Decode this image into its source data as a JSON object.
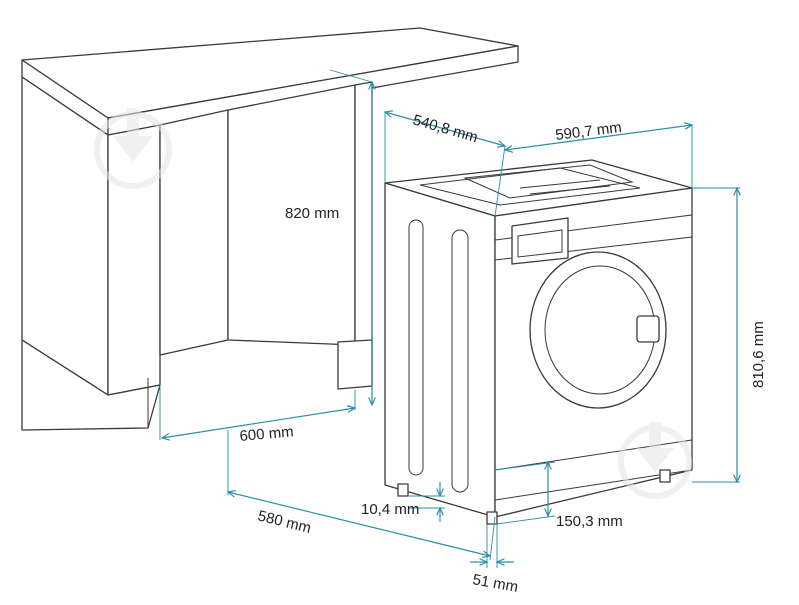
{
  "diagram": {
    "dimensions": {
      "cabinet_depth_top": "540,8 mm",
      "machine_width": "590,7 mm",
      "niche_height": "820 mm",
      "machine_height": "810,6 mm",
      "niche_width": "600 mm",
      "machine_depth": "580 mm",
      "foot_height": "10,4 mm",
      "plinth_gap": "150,3 mm",
      "foot_offset": "51 mm"
    },
    "colors": {
      "dimension_line": "#2a8fa8",
      "outline": "#3a3a3a",
      "watermark": "#e4e4e4",
      "background": "#ffffff"
    },
    "icons": [
      "watermark-download-icon"
    ]
  }
}
